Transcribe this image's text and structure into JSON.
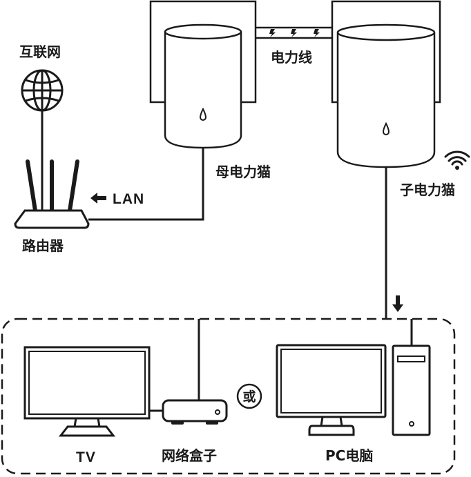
{
  "labels": {
    "internet": "互联网",
    "router": "路由器",
    "lan": "LAN",
    "power_line": "电力线",
    "master_plc": "母电力猫",
    "slave_plc": "子电力猫",
    "tv": "TV",
    "net_box": "网络盒子",
    "or_symbol": "或",
    "pc": "PC电脑"
  },
  "icons": {
    "internet": "globe-icon",
    "wifi": "wifi-icon",
    "lan_arrow": "arrow-left-icon",
    "down_arrow": "arrow-down-icon",
    "power": "lightning-icon"
  },
  "colors": {
    "line": "#1a1a1a",
    "background": "#ffffff"
  }
}
